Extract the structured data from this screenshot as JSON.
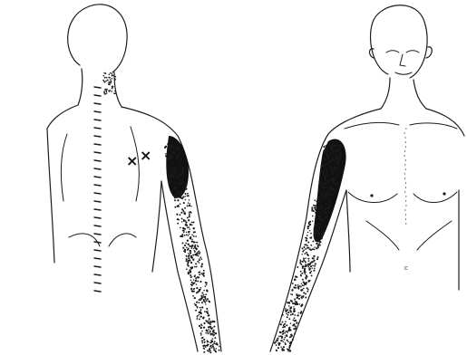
{
  "figure": {
    "background": "#ffffff",
    "line_color": "#1c1c1c",
    "referral_color": "#111111",
    "views": [
      "back-view",
      "front-view"
    ],
    "trigger_point_marks": [
      "×",
      "×"
    ],
    "small_label": "c"
  }
}
